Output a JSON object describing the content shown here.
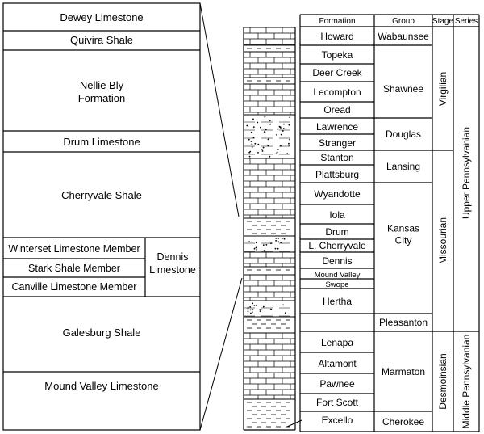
{
  "left_column": {
    "units": [
      "Dewey Limestone",
      "Quivira Shale",
      "Nellie Bly Formation",
      "Drum Limestone",
      "Cherryvale Shale",
      "Winterset Limestone Member",
      "Stark Shale Member",
      "Canville Limestone Member",
      "Galesburg Shale",
      "Mound Valley Limestone"
    ],
    "dennis_label": "Dennis Limestone"
  },
  "table": {
    "headers": {
      "formation": "Formation",
      "group": "Group",
      "stage": "Stage",
      "series": "Series"
    },
    "formations": [
      "Howard",
      "Topeka",
      "Deer Creek",
      "Lecompton",
      "Oread",
      "Lawrence",
      "Stranger",
      "Stanton",
      "Plattsburg",
      "Wyandotte",
      "Iola",
      "Drum",
      "L. Cherryvale",
      "Dennis",
      "Mound Valley",
      "Swope",
      "Hertha",
      "Lenapa",
      "Altamont",
      "Pawnee",
      "Fort Scott",
      "Excello"
    ],
    "groups": [
      "Wabaunsee",
      "Shawnee",
      "Douglas",
      "Lansing",
      "Kansas City",
      "Pleasanton",
      "Marmaton",
      "Cherokee"
    ],
    "stages": [
      "Virgilian",
      "Missourian",
      "Desmoinsian"
    ],
    "series": [
      "Upper Pennsylvanian",
      "Middle Pennsylvanian"
    ]
  }
}
